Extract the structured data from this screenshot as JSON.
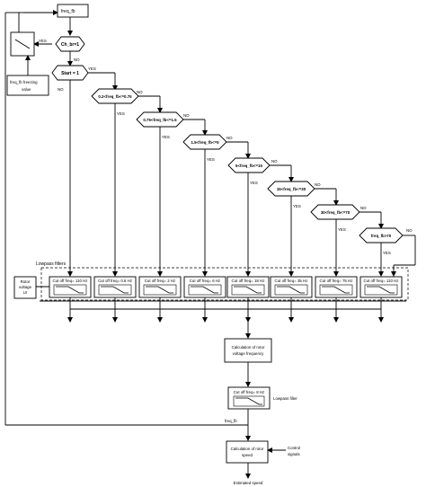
{
  "colors": {
    "line": "#000000",
    "background": "#ffffff"
  },
  "nodes": {
    "freq_fb_top": "freq_fb",
    "ch_br": "Ch_br=1",
    "start": "Start = 1",
    "d1": "0.2<freq_fb<=0.75",
    "d2": "0.75<freq_fb<=1.5",
    "d3": "1.5<freq_fb<=5",
    "d4": "5<freq_fb<=15",
    "d5": "15<freq_fb<=30",
    "d6": "30<freq_fb<=70",
    "d7": "freq_fb>70",
    "freezing_value": [
      "freq_fb freezing",
      "value"
    ],
    "rotor_voltage": [
      "Rotor",
      "voltage",
      "Ur"
    ],
    "lowpass_filters_label": "Lowpass filters",
    "filters": [
      "Cut off freq= 110 Hz",
      "Cut off freq= 0.8 Hz",
      "Cut off freq= 2 Hz",
      "Cut off freq= 6 Hz",
      "Cut off freq= 18 Hz",
      "Cut off freq= 35 Hz",
      "Cut off freq= 75 Hz",
      "Cut off freq= 110 Hz"
    ],
    "calc_rotor_voltage_freq": [
      "Calculation of rotor",
      "voltage frequency"
    ],
    "final_filter": "Cut off freq= 8 Hz",
    "lowpass_filter_label": "Lowpass filter",
    "freq_fb_feedback": "freq_fb",
    "calc_rotor_speed": [
      "Calculation of rotor",
      "speed"
    ],
    "control_signals": [
      "Control",
      "signals"
    ],
    "estimated_speed": "Estimated speed"
  },
  "edge_labels": {
    "yes": "YES",
    "no": "NO"
  }
}
